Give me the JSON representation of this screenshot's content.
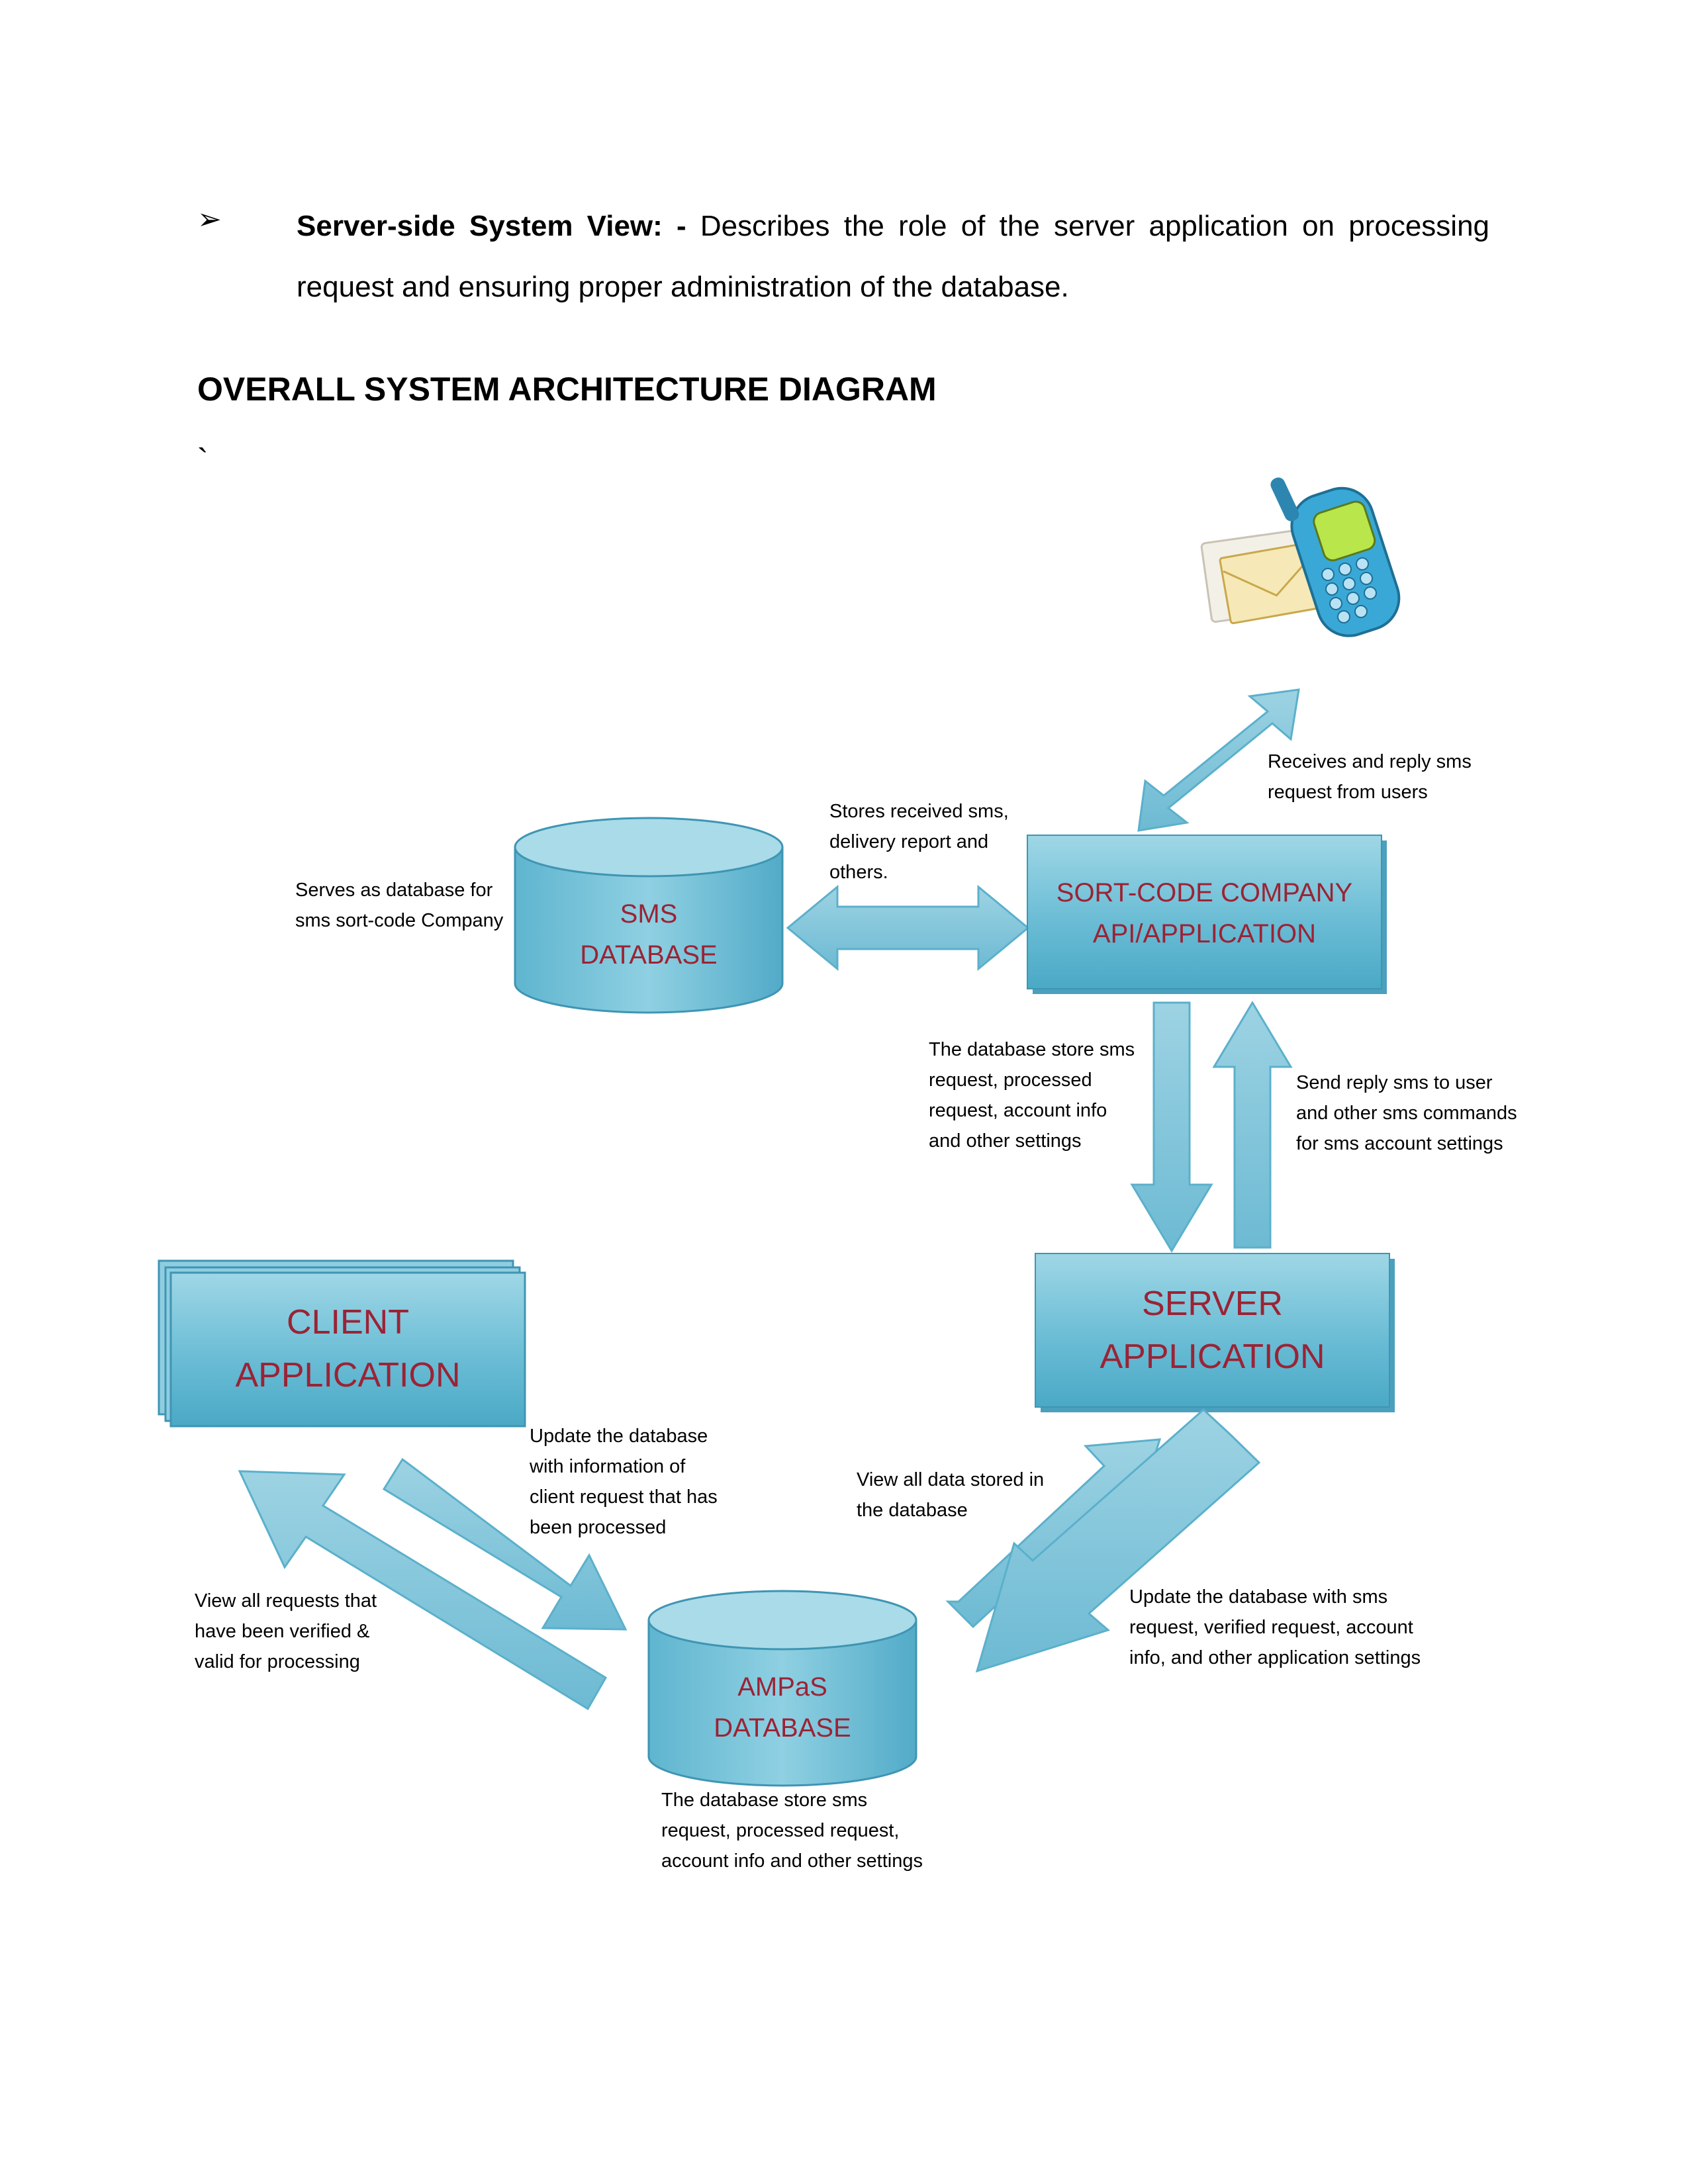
{
  "bullet": {
    "glyph": "➢",
    "title": "Server-side System View:",
    "dash": " - ",
    "text": "Describes the role of the server application on processing request and ensuring proper administration of the database."
  },
  "heading": "OVERALL SYSTEM ARCHITECTURE DIAGRAM",
  "stray_mark": "`",
  "nodes": {
    "sms_database": "SMS\nDATABASE",
    "sortcode_company": "SORT-CODE COMPANY\nAPI/APPLICATION",
    "server_application": "SERVER\nAPPLICATION",
    "client_application": "CLIENT\nAPPLICATION",
    "ampas_database": "AMPaS\nDATABASE"
  },
  "annotations": {
    "receives_reply": "Receives and reply sms\nrequest from users",
    "stores_received": "Stores received sms,\ndelivery report and\nothers.",
    "serves_as_db": "Serves as database for\nsms sort-code Company",
    "db_store_sms_top": "The database store sms\nrequest, processed\nrequest, account info\nand other settings",
    "send_reply": "Send reply sms to user\nand other sms commands\nfor sms account settings",
    "update_db_client": "Update the database\nwith information of\nclient request that has\nbeen processed",
    "view_all_data": "View all data stored in\nthe database",
    "view_all_requests": "View all requests that\nhave been verified &\nvalid for processing",
    "update_db_server": "Update the database with sms\nrequest, verified request, account\ninfo, and other application settings",
    "db_store_sms_bottom": "The database store sms\nrequest, processed request,\naccount info and other settings"
  },
  "colors": {
    "node_fill_top": "#8fd0e0",
    "node_fill_bottom": "#4aa9c6",
    "arrow_fill": "#7ec4d8",
    "label_text": "#9b2335"
  }
}
